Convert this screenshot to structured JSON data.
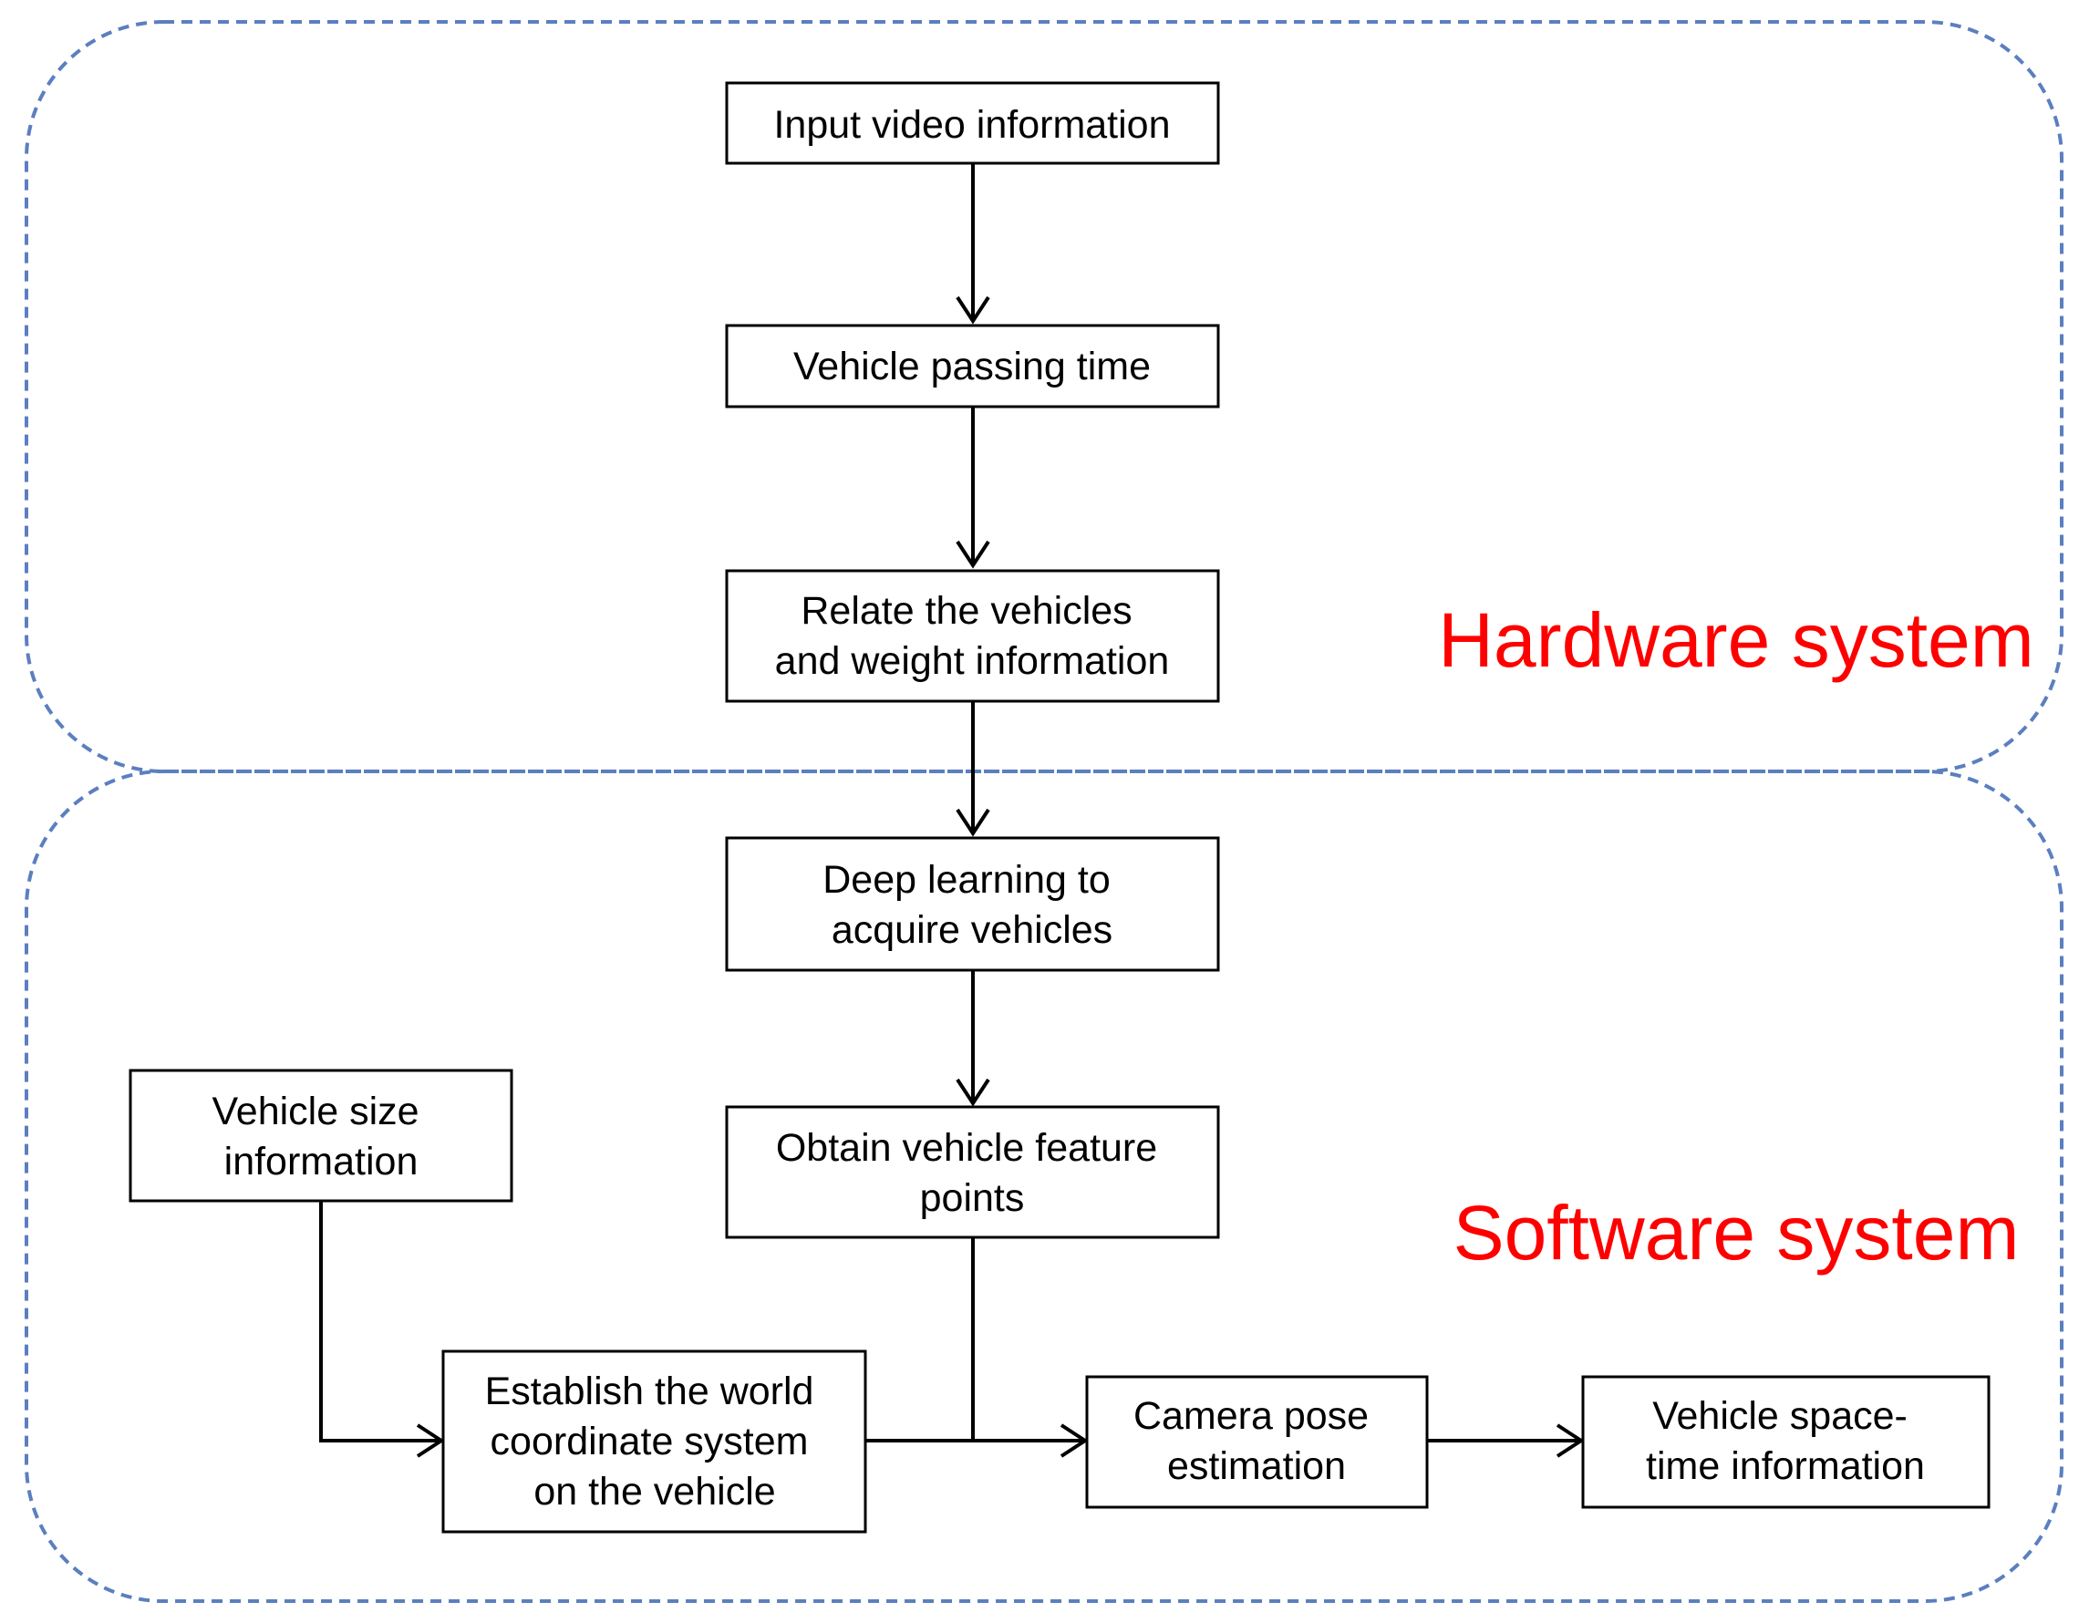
{
  "colors": {
    "region_border": "#5b7fbf",
    "region_label": "#ff0000",
    "box_border": "#000000",
    "arrow": "#000000",
    "background": "#ffffff"
  },
  "regions": {
    "hardware": {
      "label": "Hardware system"
    },
    "software": {
      "label": "Software system"
    }
  },
  "nodes": {
    "input_video": {
      "lines": [
        "Input video information"
      ]
    },
    "passing_time": {
      "lines": [
        "Vehicle passing time"
      ]
    },
    "relate_weight": {
      "lines": [
        "Relate the vehicles",
        "and weight information"
      ]
    },
    "deep_learning": {
      "lines": [
        "Deep learning to",
        "acquire vehicles"
      ]
    },
    "feature_points": {
      "lines": [
        "Obtain vehicle feature",
        "points"
      ]
    },
    "size_info": {
      "lines": [
        "Vehicle size",
        "information"
      ]
    },
    "world_coords": {
      "lines": [
        "Establish the world",
        "coordinate system",
        "on the vehicle"
      ]
    },
    "camera_pose": {
      "lines": [
        "Camera pose",
        "estimation"
      ]
    },
    "space_time": {
      "lines": [
        "Vehicle space-",
        "time information"
      ]
    }
  }
}
